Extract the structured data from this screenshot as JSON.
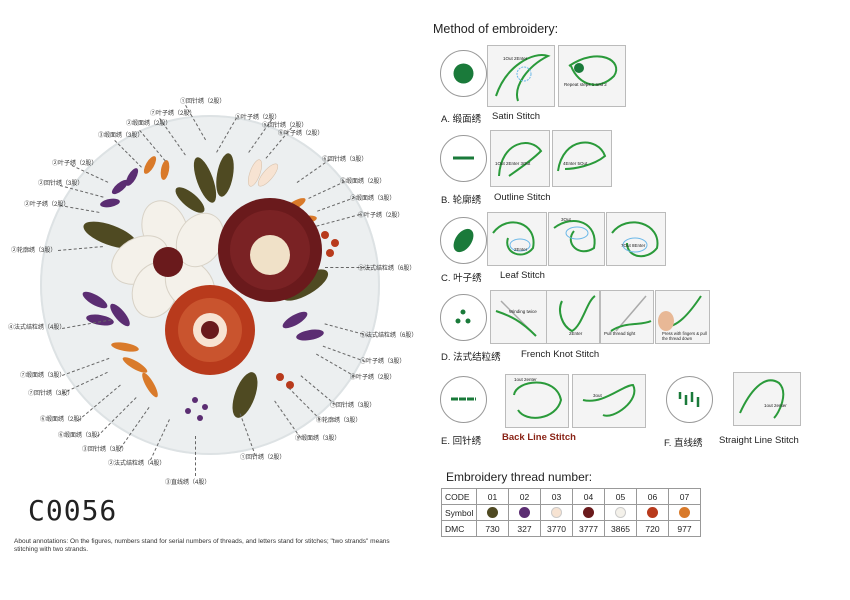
{
  "product_code": "C0056",
  "note": "About annotations: On the figures, numbers stand for serial numbers of threads, and letters stand for stitches; \"two strands\" means stitching with two strands.",
  "annotations": [
    "①回针绣（2股）",
    "⑦叶子绣（2股）",
    "②缎面绣（2股）",
    "③缎面绣（3股）",
    "②叶子绣（2股）",
    "②回针绣（3股）",
    "②叶子绣（2股）",
    "②轮廓绣（3股）",
    "④法式结粒绣（4股）",
    "⑦缎面绣（3股）",
    "⑦回针绣（3股）",
    "⑥缎面绣（2股）",
    "⑥缎面绣（3股）",
    "③回针绣（3股）",
    "②法式结粒绣（4股）",
    "③直线绣（4股）",
    "⑤叶子绣（2股）",
    "⑤回针绣（2股）",
    "⑥叶子绣（2股）",
    "⑥回针绣（3股）",
    "⑥缎面绣（2股）",
    "⑦缎面绣（3股）",
    "⑥叶子绣（2股）",
    "⑤法式结粒绣（6股）",
    "⑤法式结粒绣（6股）",
    "①叶子绣（3股）",
    "⑥叶子绣（2股）",
    "①回针绣（3股）",
    "⑥轮廓绣（3股）",
    "⑤缎面绣（3股）",
    "①回针绣（2股）"
  ],
  "method": {
    "title": "Method of embroidery:",
    "stitches": [
      {
        "letter": "A. 缎面绣",
        "name": "Satin Stitch",
        "steps": [
          "1Out 2Enter",
          "Repeat steps 1 and 2"
        ]
      },
      {
        "letter": "B. 轮廓绣",
        "name": "Outline Stitch",
        "steps": [
          "1Out 2Enter 3Out",
          "4Enter 5Out"
        ]
      },
      {
        "letter": "C. 叶子绣",
        "name": "Leaf Stitch",
        "steps": [
          "2Enter",
          "3Out",
          "7Out 8Enter"
        ]
      },
      {
        "letter": "D. 法式结粒绣",
        "name": "French Knot Stitch",
        "steps": [
          "Winding twice",
          "2Enter",
          "Pull thread tight",
          "Press with fingers & pull the thread down"
        ]
      },
      {
        "letter": "E. 回针绣",
        "name": "Back Line Stitch",
        "steps": [
          "1out 2enter",
          "3out"
        ]
      },
      {
        "letter": "F. 直线绣",
        "name": "Straight Line Stitch",
        "steps": [
          "1out 2enter"
        ]
      }
    ]
  },
  "threads": {
    "title": "Embroidery thread number:",
    "row_labels": [
      "CODE",
      "Symbol",
      "DMC"
    ],
    "codes": [
      "01",
      "02",
      "03",
      "04",
      "05",
      "06",
      "07"
    ],
    "colors": [
      "#4f4a22",
      "#5b2d72",
      "#f7e3d2",
      "#6a1a1c",
      "#f4f1ea",
      "#b83a1c",
      "#d97a2a"
    ],
    "dmc": [
      "730",
      "327",
      "3770",
      "3777",
      "3865",
      "720",
      "977"
    ]
  }
}
